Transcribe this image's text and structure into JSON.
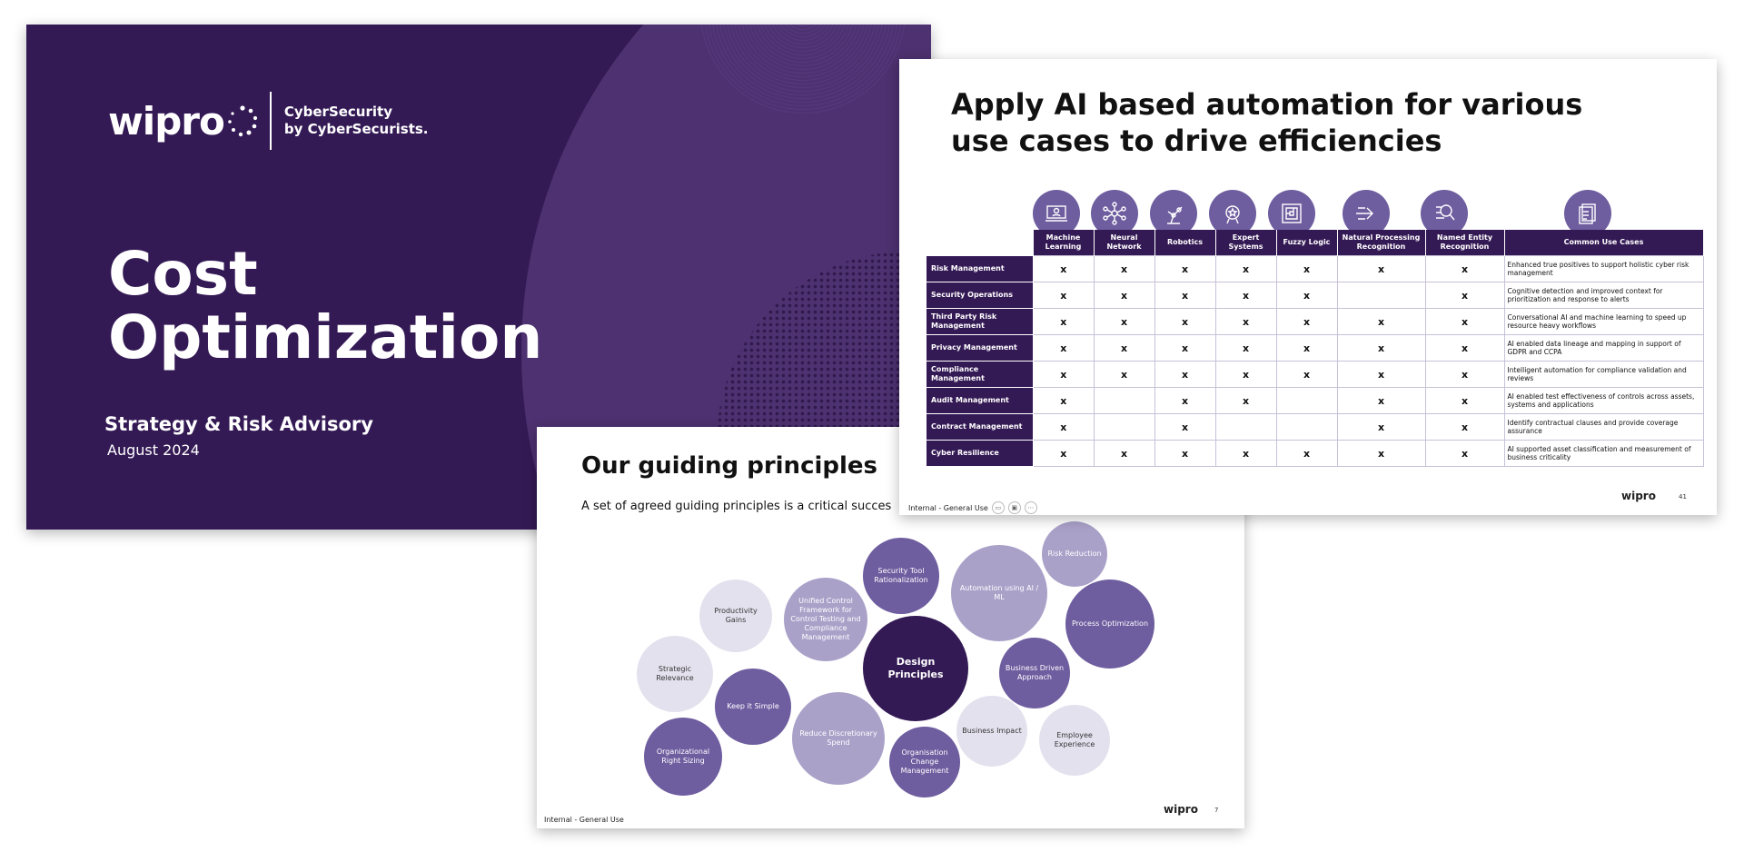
{
  "cover": {
    "logo_word": "wipro",
    "tagline_1": "CyberSecurity",
    "tagline_2": "by CyberSecurists.",
    "title_line1": "Cost",
    "title_line2": "Optimization",
    "subtitle": "Strategy & Risk Advisory",
    "date": "August 2024"
  },
  "principles": {
    "title": "Our guiding principles",
    "subtitle": "A set of agreed guiding principles is a critical succes",
    "center": "Design Principles",
    "circles": [
      "Productivity Gains",
      "Strategic Relevance",
      "Unified Control Framework for Control Testing and Compliance Management",
      "Security Tool Rationalization",
      "Automation using AI / ML",
      "Risk Reduction",
      "Process Optimization",
      "Keep it Simple",
      "Organizational Right Sizing",
      "Reduce Discretionary Spend",
      "Organisation Change Management",
      "Business Impact",
      "Business Driven Approach",
      "Employee Experience"
    ],
    "footer_left": "Internal - General Use",
    "footer_logo": "wipro",
    "page_num": "7"
  },
  "ai_slide": {
    "title": "Apply AI based automation for various use cases to drive efficiencies",
    "columns": [
      "Machine Learning",
      "Neural Network",
      "Robotics",
      "Expert Systems",
      "Fuzzy Logic",
      "Natural Processing Recognition",
      "Named Entity Recognition",
      "Common Use Cases"
    ],
    "rows": [
      {
        "label": "Risk Management",
        "marks": [
          "x",
          "x",
          "x",
          "x",
          "x",
          "x",
          "x"
        ],
        "use": "Enhanced true positives to support holistic cyber risk management"
      },
      {
        "label": "Security Operations",
        "marks": [
          "x",
          "x",
          "x",
          "x",
          "x",
          "",
          "x"
        ],
        "use": "Cognitive detection and improved context for prioritization and response to alerts"
      },
      {
        "label": "Third Party Risk Management",
        "marks": [
          "x",
          "x",
          "x",
          "x",
          "x",
          "x",
          "x"
        ],
        "use": "Conversational AI and machine learning to speed up resource heavy workflows"
      },
      {
        "label": "Privacy Management",
        "marks": [
          "x",
          "x",
          "x",
          "x",
          "x",
          "x",
          "x"
        ],
        "use": "AI enabled data lineage and mapping in support of GDPR and CCPA"
      },
      {
        "label": "Compliance Management",
        "marks": [
          "x",
          "x",
          "x",
          "x",
          "x",
          "x",
          "x"
        ],
        "use": "Intelligent automation for compliance validation and reviews"
      },
      {
        "label": "Audit Management",
        "marks": [
          "x",
          "",
          "x",
          "x",
          "",
          "x",
          "x"
        ],
        "use": "AI enabled test effectiveness of controls across assets, systems and applications"
      },
      {
        "label": "Contract Management",
        "marks": [
          "x",
          "",
          "x",
          "",
          "",
          "x",
          "x"
        ],
        "use": "Identify contractual clauses and provide coverage assurance"
      },
      {
        "label": "Cyber Resilience",
        "marks": [
          "x",
          "x",
          "x",
          "x",
          "x",
          "x",
          "x"
        ],
        "use": "AI supported asset classification and measurement of business criticality"
      }
    ],
    "footer_overlay": "Internal - General Use",
    "footer_logo": "wipro",
    "page_num": "41"
  }
}
